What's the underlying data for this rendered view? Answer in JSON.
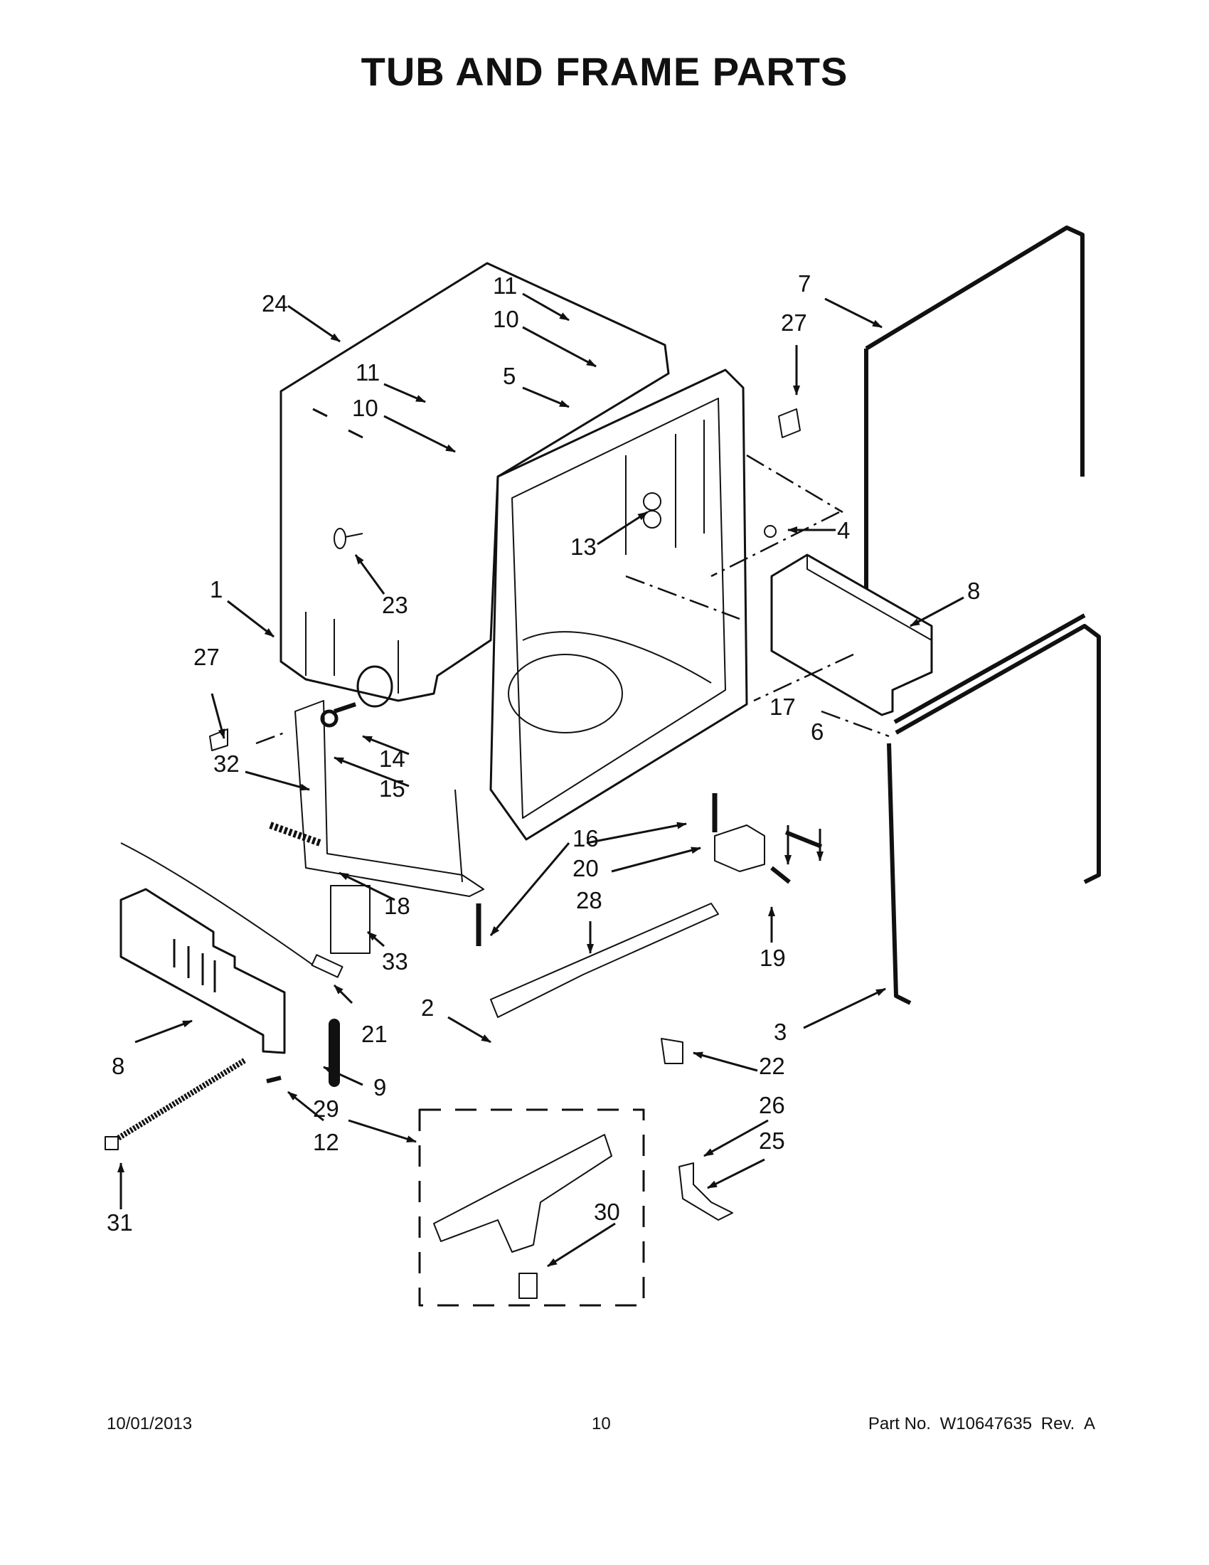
{
  "title": "TUB AND FRAME PARTS",
  "labels": {
    "l1": "1",
    "l2": "2",
    "l3": "3",
    "l4": "4",
    "l5": "5",
    "l6": "6",
    "l7": "7",
    "l8a": "8",
    "l8b": "8",
    "l9": "9",
    "l10a": "10",
    "l10b": "10",
    "l11a": "11",
    "l11b": "11",
    "l12": "12",
    "l13": "13",
    "l14": "14",
    "l15": "15",
    "l16": "16",
    "l17": "17",
    "l18": "18",
    "l19": "19",
    "l20": "20",
    "l21": "21",
    "l22": "22",
    "l23": "23",
    "l24": "24",
    "l25": "25",
    "l26": "26",
    "l27a": "27",
    "l27b": "27",
    "l28": "28",
    "l29": "29",
    "l30": "30",
    "l31": "31",
    "l32": "32",
    "l33": "33"
  },
  "footer": {
    "date": "10/01/2013",
    "page": "10",
    "part_label": "Part No.",
    "part_number": "W10647635",
    "rev_label": "Rev.",
    "rev": "A"
  }
}
